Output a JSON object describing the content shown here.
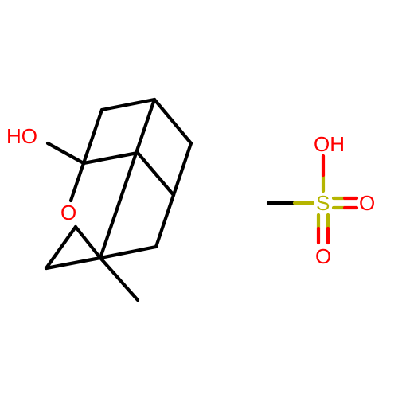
{
  "colors": {
    "bond": "#000000",
    "oxygen": "#ff0000",
    "sulfur": "#b5b500",
    "background": "#ffffff"
  },
  "molecule_1": {
    "labels": {
      "hydroxyl": "HO",
      "ring_oxygen": "O"
    }
  },
  "molecule_2": {
    "labels": {
      "hydroxyl": "OH",
      "sulfur": "S",
      "oxo_right": "O",
      "oxo_bottom": "O"
    }
  }
}
